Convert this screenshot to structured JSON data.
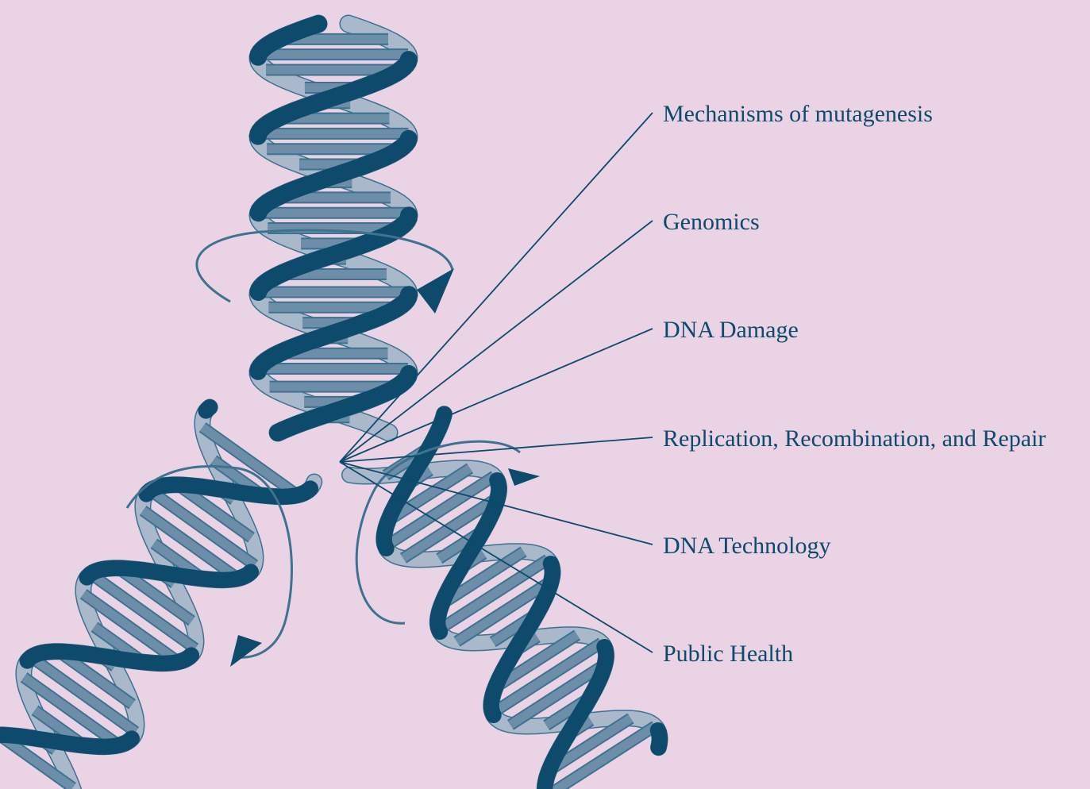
{
  "colors": {
    "background": "#ebd3e6",
    "strand_dark": "#0d4a6b",
    "strand_mid": "#3e7290",
    "strand_light": "#a9b8cb",
    "base_pair": "#6d8ea9",
    "label_text": "#0d4a6b",
    "leader_line": "#0d4a6b"
  },
  "labels": [
    {
      "id": "mutagenesis",
      "text": "Mechanisms of mutagenesis"
    },
    {
      "id": "genomics",
      "text": "Genomics"
    },
    {
      "id": "dna-damage",
      "text": "DNA Damage"
    },
    {
      "id": "replication",
      "text": "Replication, Recombination, and Repair"
    },
    {
      "id": "dna-technology",
      "text": "DNA Technology"
    },
    {
      "id": "public-health",
      "text": "Public Health"
    }
  ]
}
